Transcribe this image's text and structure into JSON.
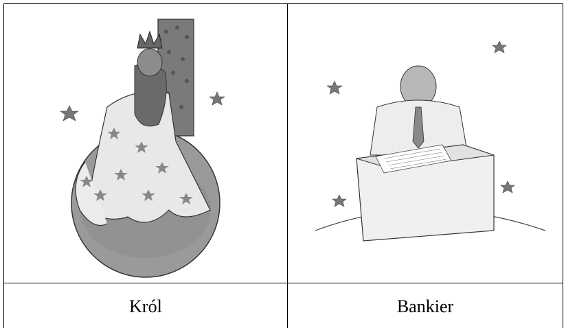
{
  "table": {
    "cells": [
      {
        "image": "king-on-planet-illustration",
        "caption": "Król"
      },
      {
        "image": "businessman-at-desk-illustration",
        "caption": "Bankier"
      }
    ]
  }
}
